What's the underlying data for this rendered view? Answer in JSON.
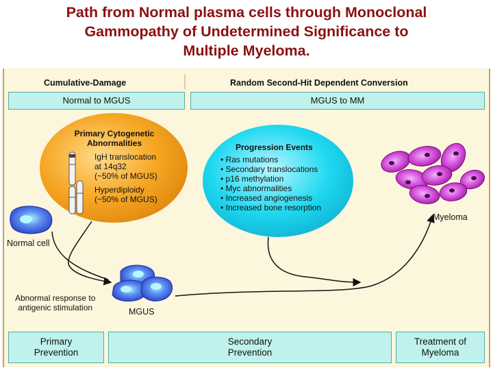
{
  "title": "Path from Normal plasma cells through Monoclonal Gammopathy of Undetermined Significance to Multiple Myeloma.",
  "title_lines": [
    "Path from Normal plasma cells through Monoclonal",
    "Gammopathy of Undetermined Significance to",
    "Multiple Myeloma."
  ],
  "headers": {
    "left": "Cumulative-Damage",
    "right": "Random Second-Hit Dependent Conversion"
  },
  "stage_bars": {
    "left": "Normal to MGUS",
    "right": "MGUS to MM"
  },
  "primary_bubble": {
    "title_line1": "Primary Cytogenetic",
    "title_line2": "Abnormalities",
    "items": [
      [
        "IgH translocation",
        "at 14q32",
        "(~50% of MGUS)"
      ],
      [
        "Hyperdiploidy",
        "(~50% of MGUS)"
      ]
    ]
  },
  "progression_bubble": {
    "title": "Progression Events",
    "items": [
      "• Ras mutations",
      "• Secondary translocations",
      "• p16 methylation",
      "• Myc abnormalities",
      "• Increased angiogenesis",
      "• Increased bone resorption"
    ]
  },
  "labels": {
    "normal_cell": "Normal cell",
    "abnormal_line1": "Abnormal response to",
    "abnormal_line2": "antigenic stimulation",
    "mgus": "MGUS",
    "myeloma": "Myeloma"
  },
  "bottom_bars": {
    "primary": [
      "Primary",
      "Prevention"
    ],
    "secondary": [
      "Secondary",
      "Prevention"
    ],
    "treatment": [
      "Treatment of",
      "Myeloma"
    ]
  },
  "colors": {
    "title": "#8a1010",
    "background": "#fbf6dc",
    "bar_fill": "#bff2ec",
    "primary_bubble": "#f6a623",
    "progression_bubble": "#1fd8f0",
    "normal_cell": "#3a5fe0",
    "myeloma_cell": "#d04ad8"
  }
}
